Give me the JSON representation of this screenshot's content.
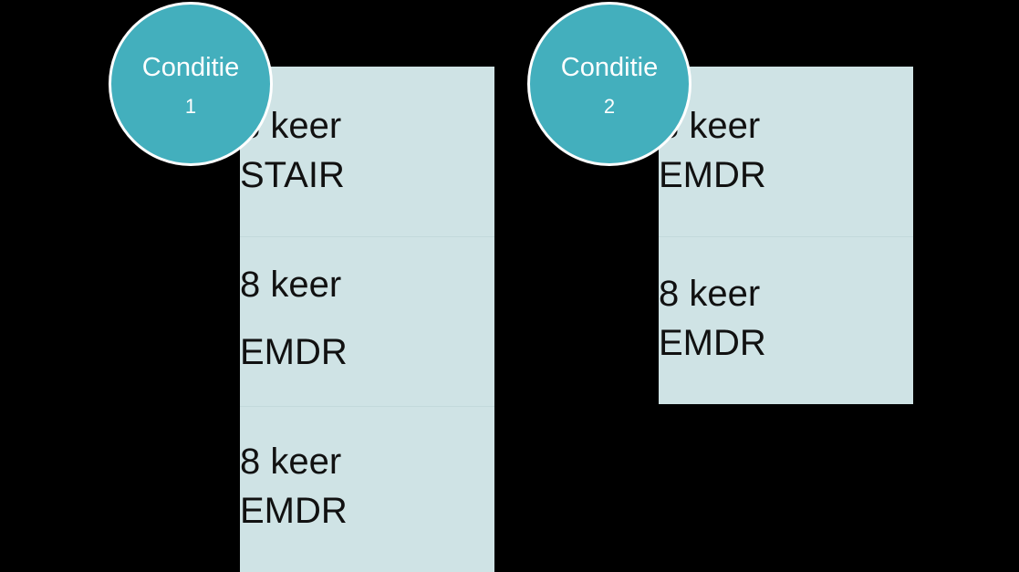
{
  "conditions": [
    {
      "title": "Conditie",
      "number": "1",
      "blocks": [
        {
          "line1": "8 keer",
          "line2": "STAIR"
        },
        {
          "line1": "8 keer",
          "line2": "EMDR"
        },
        {
          "line1": "8 keer",
          "line2": "EMDR"
        }
      ]
    },
    {
      "title": "Conditie",
      "number": "2",
      "blocks": [
        {
          "line1": "8 keer",
          "line2": "EMDR"
        },
        {
          "line1": "8 keer",
          "line2": "EMDR"
        }
      ]
    }
  ],
  "colors": {
    "background": "#000000",
    "column_fill": "#cfe3e5",
    "badge_fill": "#43afbd",
    "badge_text": "#ffffff",
    "block_text": "#111111"
  }
}
